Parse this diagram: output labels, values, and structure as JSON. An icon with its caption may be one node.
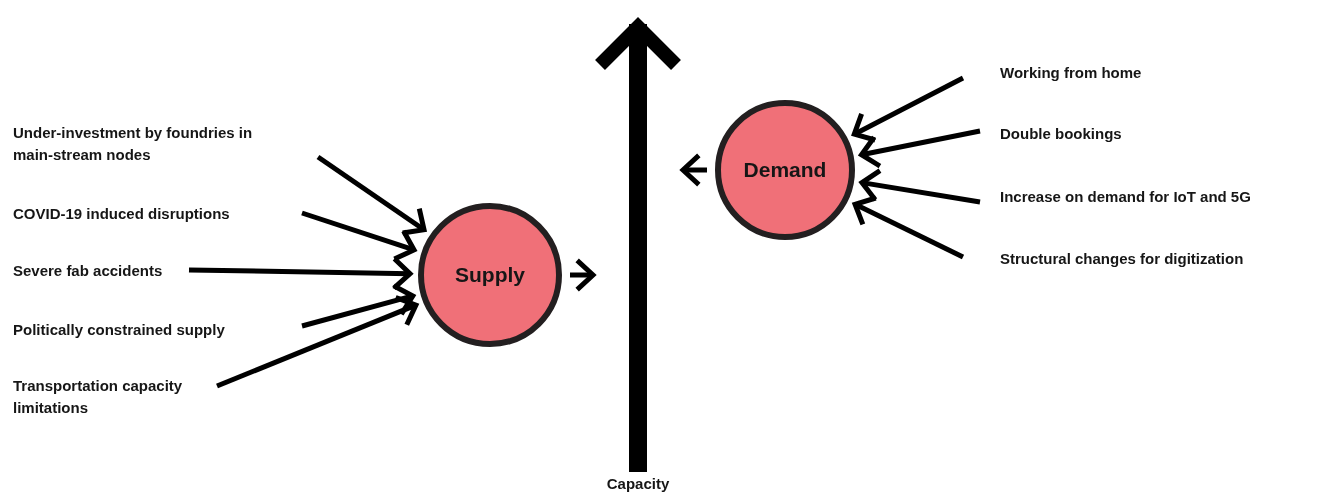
{
  "diagram": {
    "nodes": [
      {
        "text": [
          "Under-investment by foundries in main-stream nodes"
        ]
      },
      {
        "text": [
          "COVID-19 induced disruptions"
        ]
      },
      {
        "text": [
          "Severe fab accidents"
        ]
      },
      {
        "text": [
          "Politically constrained supply"
        ]
      },
      {
        "text": [
          "Transportation capacity limitations"
        ]
      },
      {
        "text": [
          "Supply"
        ]
      },
      {
        "text": [
          "Capacity"
        ]
      },
      {
        "text": [
          "Demand"
        ]
      },
      {
        "text": [
          "Working from home"
        ]
      },
      {
        "text": [
          "Double bookings"
        ]
      },
      {
        "text": [
          "Increase on demand for IoT and 5G"
        ]
      },
      {
        "text": [
          "Structural changes for digitization"
        ]
      }
    ],
    "edges": [
      {
        "from": 0,
        "to": 5,
        "arrow": "to"
      },
      {
        "from": 1,
        "to": 5,
        "arrow": "to"
      },
      {
        "from": 2,
        "to": 5,
        "arrow": "to"
      },
      {
        "from": 3,
        "to": 5,
        "arrow": "to"
      },
      {
        "from": 4,
        "to": 5,
        "arrow": "to"
      },
      {
        "from": 5,
        "to": 6,
        "arrow": "to"
      },
      {
        "from": 7,
        "to": 6,
        "arrow": "to"
      },
      {
        "from": 8,
        "to": 7,
        "arrow": "to"
      },
      {
        "from": 9,
        "to": 7,
        "arrow": "to"
      },
      {
        "from": 10,
        "to": 7,
        "arrow": "to"
      },
      {
        "from": 11,
        "to": 7,
        "arrow": "to"
      }
    ]
  }
}
